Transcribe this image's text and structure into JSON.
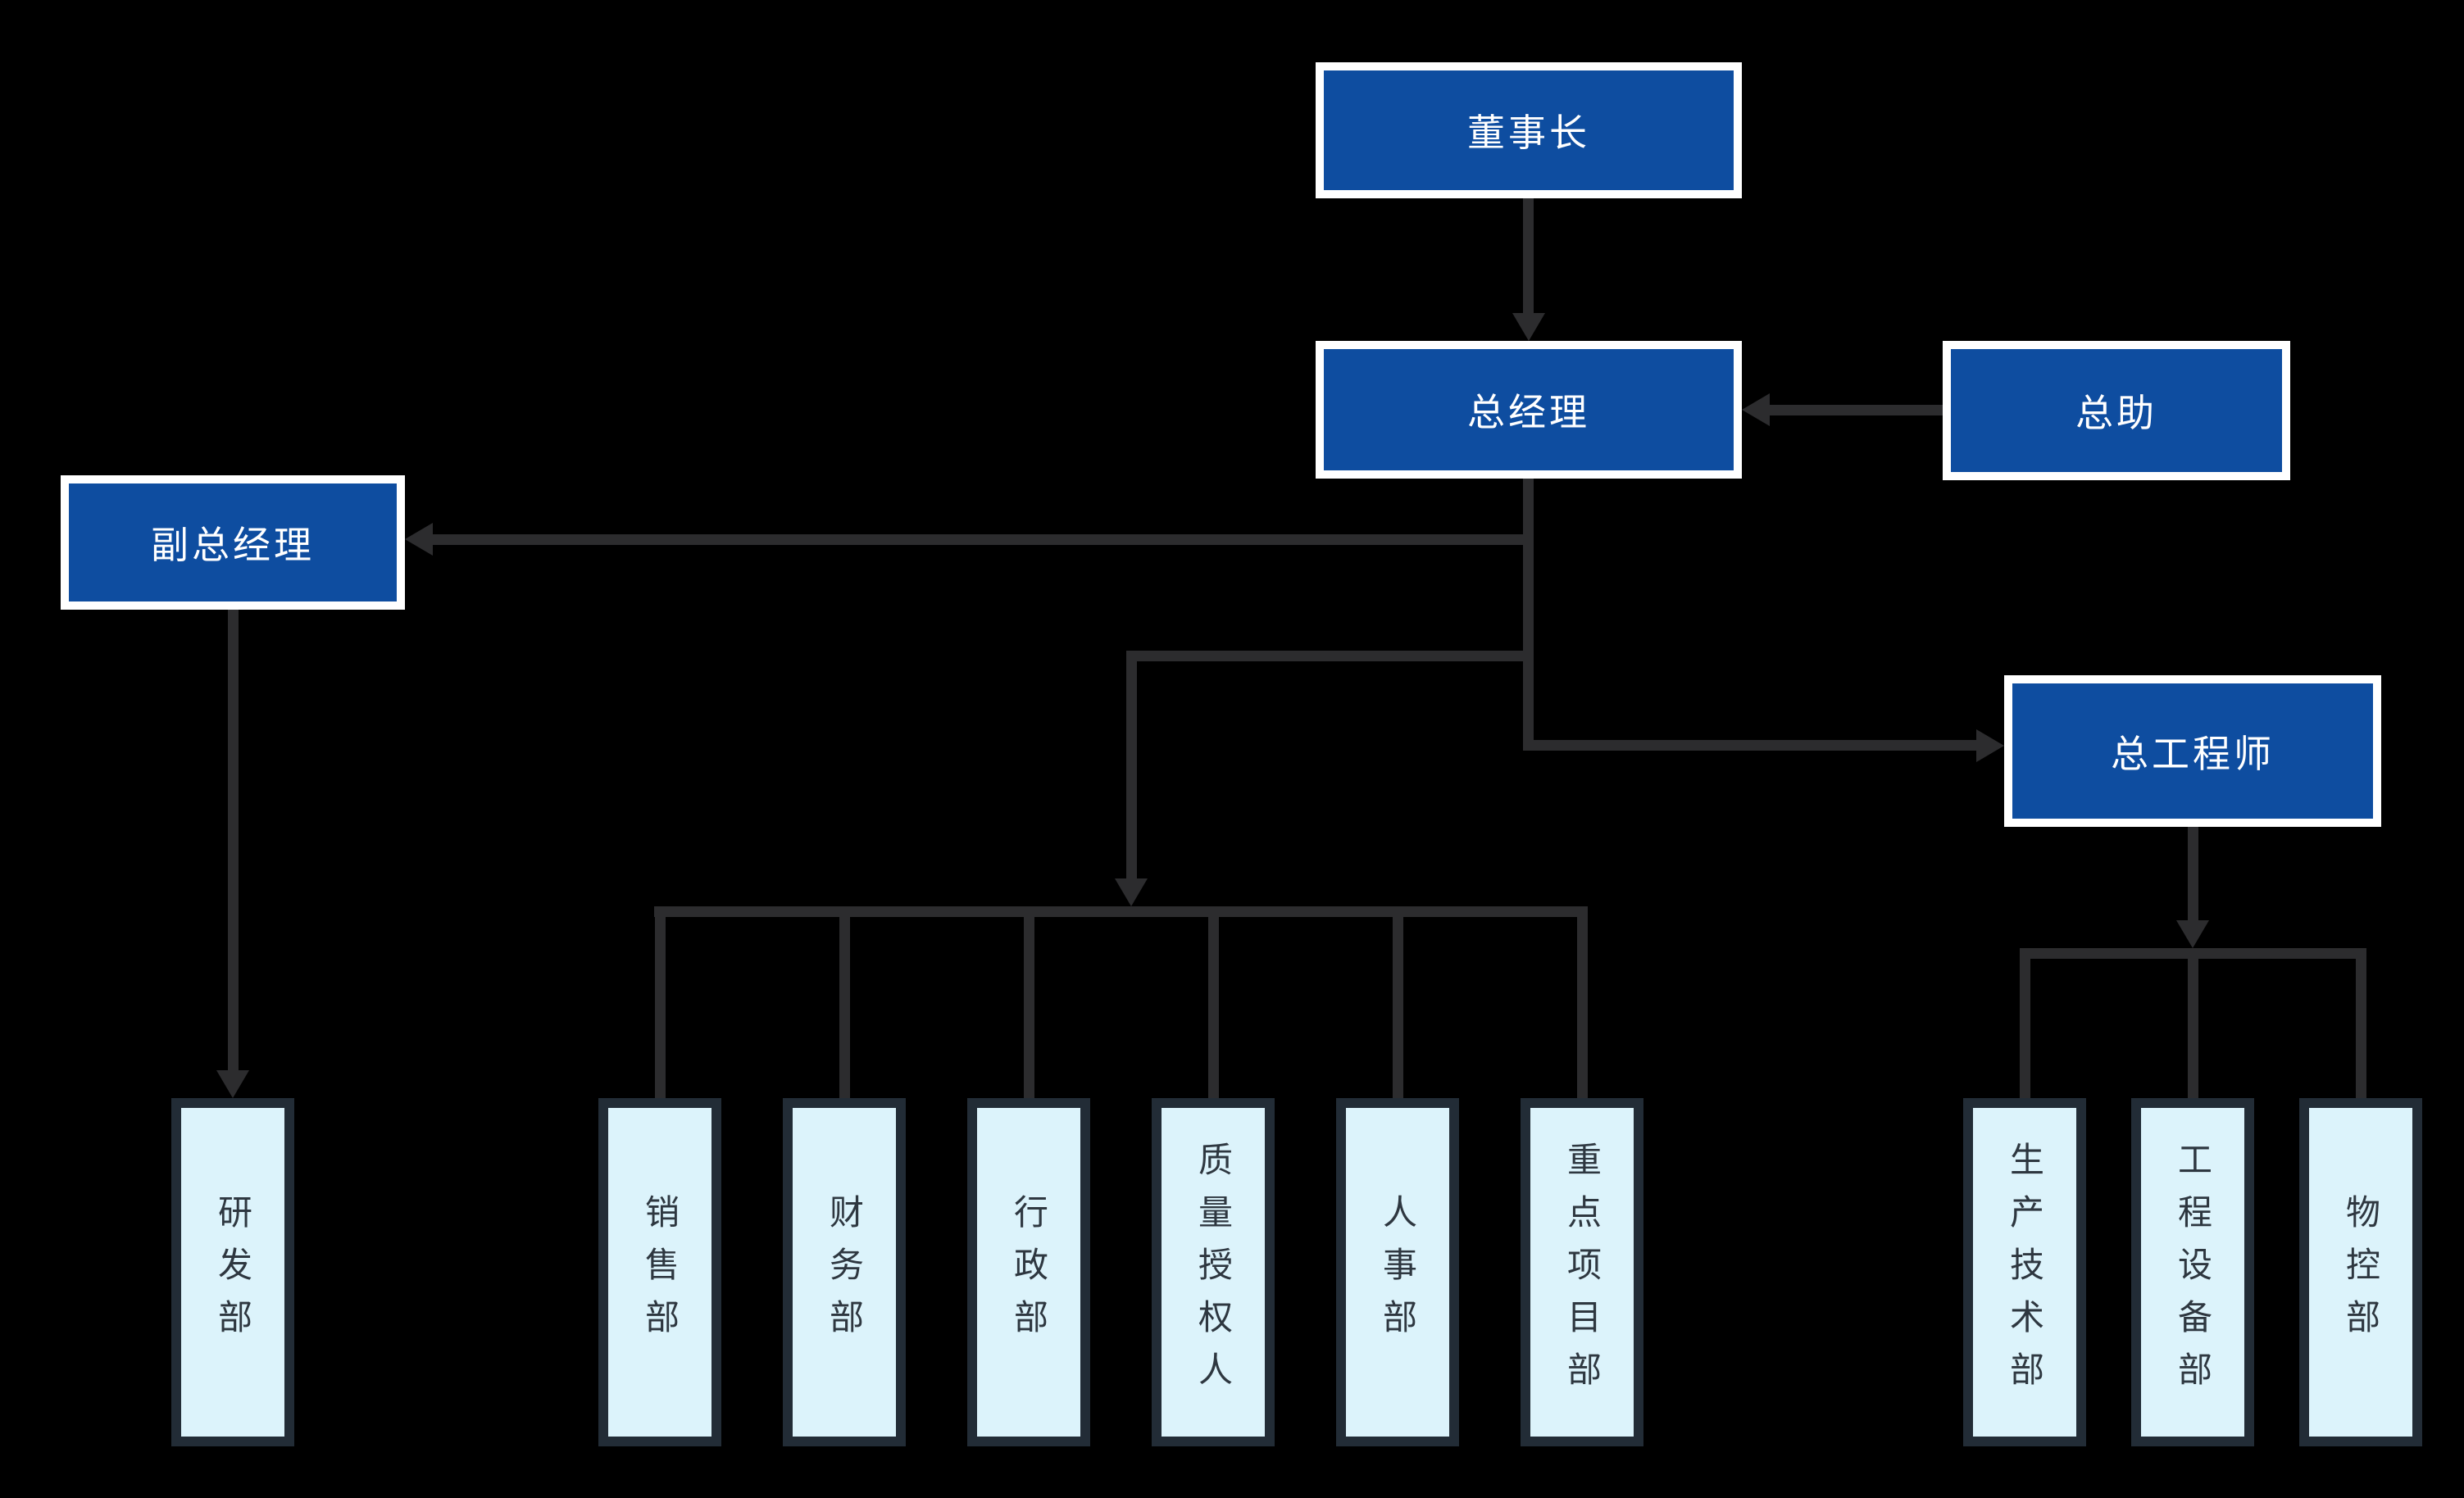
{
  "colors": {
    "background": "#000000",
    "management_box_fill": "#0E4DA0",
    "management_box_border": "#FFFFFF",
    "management_text": "#FFFFFF",
    "department_box_fill": "#DCF3FB",
    "department_box_border": "#222C36",
    "department_text": "#2E3740",
    "connector_line": "#2C2C2E"
  },
  "nodes": {
    "chairman": {
      "label": "董事长"
    },
    "general_manager": {
      "label": "总经理"
    },
    "general_assistant": {
      "label": "总助"
    },
    "deputy_general_manager": {
      "label": "副总经理"
    },
    "chief_engineer": {
      "label": "总工程师"
    },
    "rd_dept": {
      "label": "研发部"
    },
    "sales_dept": {
      "label": "销售部"
    },
    "finance_dept": {
      "label": "财务部"
    },
    "admin_dept": {
      "label": "行政部"
    },
    "quality_authorized_person": {
      "label": "质量授权人"
    },
    "hr_dept": {
      "label": "人事部"
    },
    "key_projects_dept": {
      "label": "重点项目部"
    },
    "production_tech_dept": {
      "label": "生产技术部"
    },
    "engineering_equipment_dept": {
      "label": "工程设备部"
    },
    "material_control_dept": {
      "label": "物控部"
    }
  },
  "edges": [
    {
      "from": "chairman",
      "to": "general_manager"
    },
    {
      "from": "general_assistant",
      "to": "general_manager"
    },
    {
      "from": "general_manager",
      "to": "deputy_general_manager"
    },
    {
      "from": "general_manager",
      "to": "chief_engineer"
    },
    {
      "from": "general_manager",
      "to": "sales_dept"
    },
    {
      "from": "general_manager",
      "to": "finance_dept"
    },
    {
      "from": "general_manager",
      "to": "admin_dept"
    },
    {
      "from": "general_manager",
      "to": "quality_authorized_person"
    },
    {
      "from": "general_manager",
      "to": "hr_dept"
    },
    {
      "from": "general_manager",
      "to": "key_projects_dept"
    },
    {
      "from": "deputy_general_manager",
      "to": "rd_dept"
    },
    {
      "from": "chief_engineer",
      "to": "production_tech_dept"
    },
    {
      "from": "chief_engineer",
      "to": "engineering_equipment_dept"
    },
    {
      "from": "chief_engineer",
      "to": "material_control_dept"
    }
  ]
}
